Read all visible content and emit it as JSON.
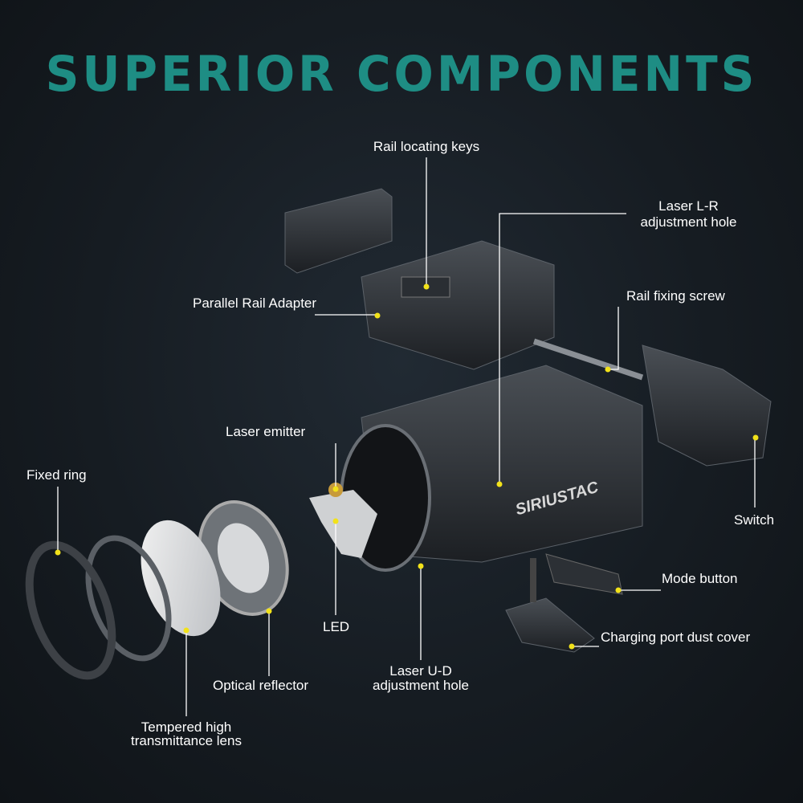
{
  "title": "SUPERIOR COMPONENTS",
  "brand": "SIRIUSTAC",
  "colors": {
    "title": "#1e8d84",
    "dot": "#f2e21a",
    "background": "#161c22"
  },
  "labels": {
    "rail_locating_keys": "Rail locating keys",
    "laser_lr_1": "Laser L-R",
    "laser_lr_2": "adjustment hole",
    "parallel_rail_adapter": "Parallel Rail Adapter",
    "rail_fixing_screw": "Rail fixing screw",
    "laser_emitter": "Laser emitter",
    "fixed_ring": "Fixed ring",
    "switch": "Switch",
    "mode_button": "Mode button",
    "led": "LED",
    "charging_port_dust_cover": "Charging port dust cover",
    "optical_reflector": "Optical reflector",
    "laser_ud_1": "Laser U-D",
    "laser_ud_2": "adjustment hole",
    "lens_1": "Tempered high",
    "lens_2": "transmittance lens"
  }
}
